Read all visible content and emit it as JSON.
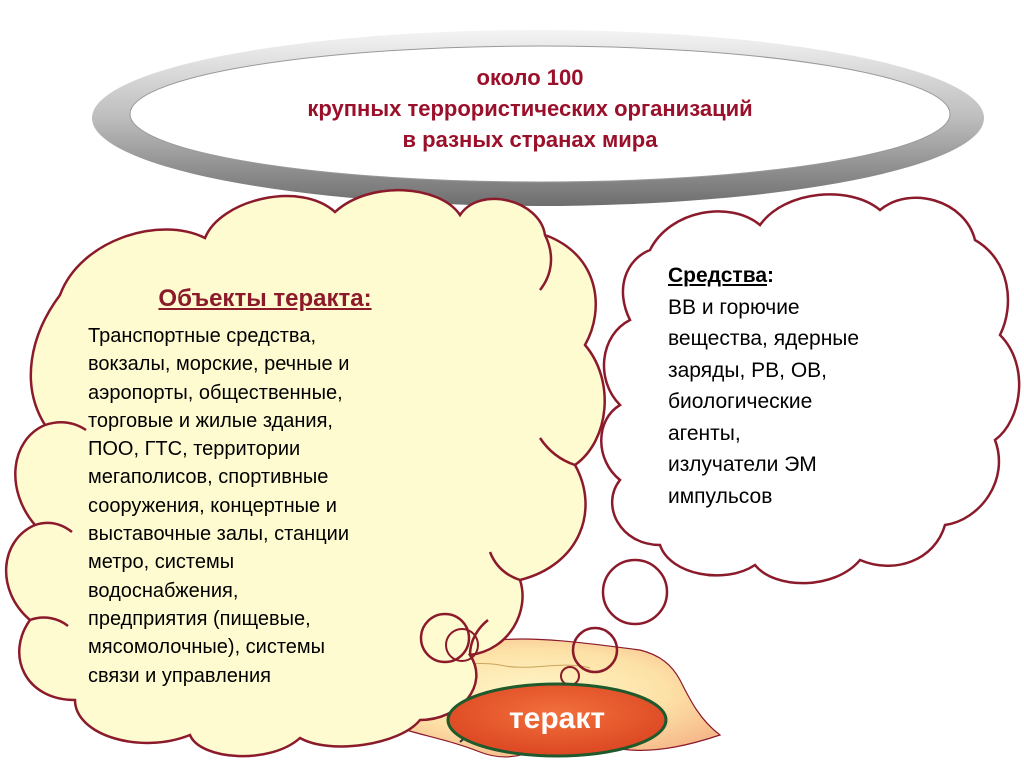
{
  "top_ellipse": {
    "lines": [
      "около 100",
      "крупных террористических организаций",
      "в разных странах мира"
    ]
  },
  "objects_cloud": {
    "title": "Объекты теракта:",
    "lines": [
      "Транспортные средства,",
      "вокзалы, морские, речные и",
      "аэропорты, общественные,",
      "торговые и жилые здания,",
      "ПОО, ГТС, территории",
      "мегаполисов, спортивные",
      "сооружения, концертные и",
      "выставочные залы, станции",
      "метро, системы",
      "водоснабжения,",
      "предприятия (пищевые,",
      "мясомолочные), системы",
      "связи и управления"
    ]
  },
  "means_cloud": {
    "title": "Средства",
    "title_suffix": ":",
    "lines": [
      "ВВ и горючие",
      "вещества, ядерные",
      "заряды, РВ, ОВ,",
      "биологические",
      "агенты,",
      "излучатели ЭМ",
      "импульсов"
    ]
  },
  "center": {
    "label": "теракт"
  },
  "colors": {
    "dark_red": "#9a0f2a",
    "cloud_fill": "#fffbd0",
    "cloud_stroke": "#8b1a2b",
    "oval_fill": "#e8502a"
  }
}
